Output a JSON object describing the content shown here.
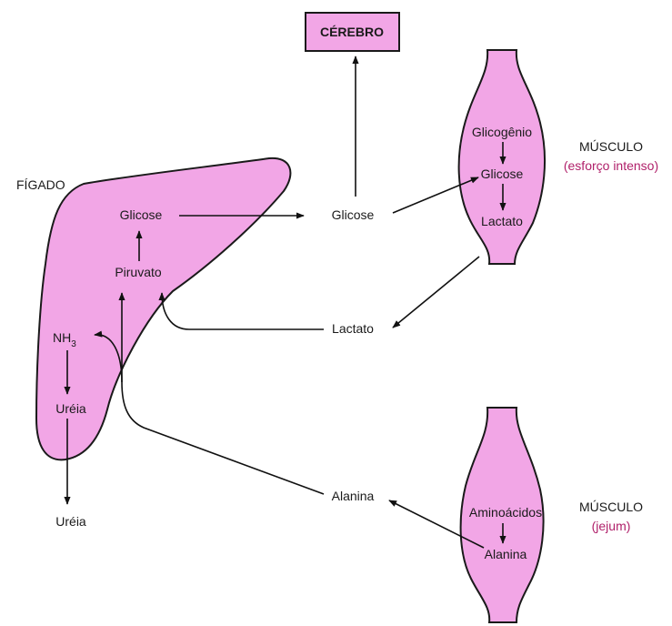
{
  "colors": {
    "organ_fill": "#f2a6e6",
    "organ_stroke": "#1a1a1a",
    "subtitle": "#b0206a",
    "arrow": "#111111"
  },
  "brain": {
    "label": "CÉREBRO"
  },
  "liver": {
    "label": "FÍGADO",
    "glucose": "Glicose",
    "pyruvate": "Piruvato",
    "ammonia": "NH",
    "ammonia_sub": "3",
    "urea_inside": "Uréia",
    "urea_out": "Uréia"
  },
  "blood": {
    "glucose": "Glicose",
    "lactate": "Lactato",
    "alanine": "Alanina"
  },
  "muscle_exercise": {
    "title": "MÚSCULO",
    "subtitle": "(esforço intenso)",
    "glycogen": "Glicogênio",
    "glucose": "Glicose",
    "lactate": "Lactato"
  },
  "muscle_fasting": {
    "title": "MÚSCULO",
    "subtitle": "(jejum)",
    "amino_acids": "Aminoácidos",
    "alanine": "Alanina"
  }
}
